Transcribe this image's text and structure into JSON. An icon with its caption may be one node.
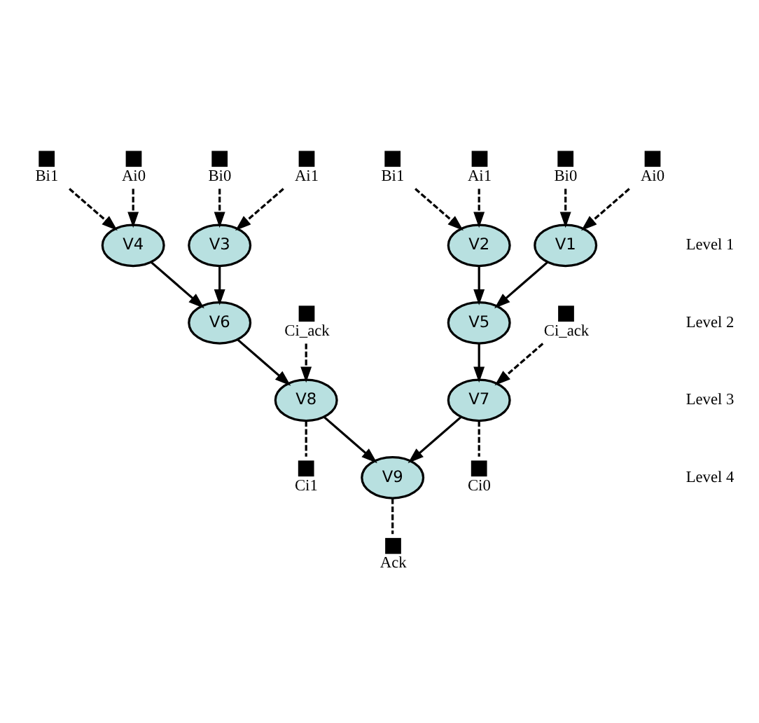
{
  "diagram": {
    "nodes": [
      {
        "text": [],
        "shape": "box",
        "beside": [
          "Bi1"
        ]
      },
      {
        "text": [],
        "shape": "box",
        "beside": [
          "Ai0"
        ]
      },
      {
        "text": [],
        "shape": "box",
        "beside": [
          "Bi0"
        ]
      },
      {
        "text": [],
        "shape": "box",
        "beside": [
          "Ai1"
        ]
      },
      {
        "text": [],
        "shape": "box",
        "beside": [
          "Bi1"
        ]
      },
      {
        "text": [],
        "shape": "box",
        "beside": [
          "Ai1"
        ]
      },
      {
        "text": [],
        "shape": "box",
        "beside": [
          "Bi0"
        ]
      },
      {
        "text": [],
        "shape": "box",
        "beside": [
          "Ai0"
        ]
      },
      {
        "text": [
          "V4"
        ]
      },
      {
        "text": [
          "V3"
        ]
      },
      {
        "text": [
          "V2"
        ]
      },
      {
        "text": [
          "V1"
        ]
      },
      {
        "text": [
          "V6"
        ]
      },
      {
        "text": [
          "V5"
        ]
      },
      {
        "text": [],
        "shape": "box",
        "beside": [
          "Ci_ack"
        ]
      },
      {
        "text": [
          "V8"
        ]
      },
      {
        "text": [
          "V7"
        ]
      },
      {
        "text": [],
        "shape": "box",
        "beside": [
          "Ci_ack"
        ]
      },
      {
        "text": [
          "V9"
        ]
      },
      {
        "text": [],
        "shape": "box",
        "beside": [
          "Ci1"
        ]
      },
      {
        "text": [],
        "shape": "box",
        "beside": [
          "Ack"
        ]
      },
      {
        "text": [],
        "shape": "box",
        "beside": [
          "Ci0"
        ]
      }
    ],
    "edges": [
      {
        "from": 0,
        "to": 8,
        "arrow": "to",
        "style": "dashed"
      },
      {
        "from": 1,
        "to": 8,
        "arrow": "to",
        "style": "dashed"
      },
      {
        "from": 2,
        "to": 9,
        "arrow": "to",
        "style": "dashed"
      },
      {
        "from": 3,
        "to": 9,
        "arrow": "to",
        "style": "dashed"
      },
      {
        "from": 4,
        "to": 10,
        "arrow": "to",
        "style": "dashed"
      },
      {
        "from": 5,
        "to": 10,
        "arrow": "to",
        "style": "dashed"
      },
      {
        "from": 6,
        "to": 11,
        "arrow": "to",
        "style": "dashed"
      },
      {
        "from": 7,
        "to": 11,
        "arrow": "to",
        "style": "dashed"
      },
      {
        "from": 8,
        "to": 12,
        "arrow": "to"
      },
      {
        "from": 9,
        "to": 12,
        "arrow": "to"
      },
      {
        "from": 10,
        "to": 13,
        "arrow": "to"
      },
      {
        "from": 11,
        "to": 13,
        "arrow": "to"
      },
      {
        "from": 12,
        "to": 15,
        "arrow": "to"
      },
      {
        "from": 13,
        "to": 16,
        "arrow": "to"
      },
      {
        "from": 14,
        "to": 15,
        "arrow": "to",
        "style": "dashed"
      },
      {
        "from": 17,
        "to": 16,
        "arrow": "to",
        "style": "dashed"
      },
      {
        "from": 15,
        "to": 18,
        "arrow": "to"
      },
      {
        "from": 16,
        "to": 18,
        "arrow": "to"
      },
      {
        "from": 15,
        "to": 19,
        "arrow": "none",
        "style": "dashed"
      },
      {
        "from": 18,
        "to": 20,
        "arrow": "none",
        "style": "dashed"
      },
      {
        "from": 16,
        "to": 21,
        "arrow": "none",
        "style": "dashed"
      }
    ],
    "labels": [
      "Level 1",
      "Level 2",
      "Level 3",
      "Level 4"
    ]
  }
}
